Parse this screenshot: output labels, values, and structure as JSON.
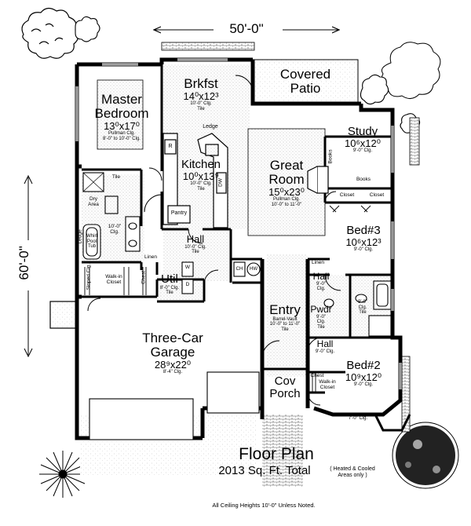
{
  "overall": {
    "width": "50'-0\"",
    "depth": "60'-0\""
  },
  "rooms": {
    "master": {
      "name": "Master",
      "name2": "Bedroom",
      "size": "13⁰x17⁰",
      "note1": "Pullman Clg.",
      "note2": "8'-0\" to 10'-0\" Clg."
    },
    "brkfst": {
      "name": "Brkfst",
      "size": "14⁰x12³",
      "note1": "10'-0\" Clg.",
      "note2": "Tile"
    },
    "patio": {
      "name": "Covered",
      "name2": "Patio"
    },
    "kitchen": {
      "name": "Kitchen",
      "size": "10⁰x13⁹",
      "note1": "10'-0\" Clg.",
      "note2": "Tile",
      "ledge": "Ledge",
      "pantry": "Pantry",
      "r": "R",
      "dw": "DW"
    },
    "great": {
      "name": "Great",
      "name2": "Room",
      "size": "15⁰x23⁰",
      "note1": "Pullman Clg.",
      "note2": "10'-0\" to 11'-0\""
    },
    "study": {
      "name": "Study",
      "size": "10⁶x12⁰",
      "note1": "9'-0\" Clg.",
      "books1": "Books",
      "books2": "Books",
      "closet1": "Closet",
      "closet2": "Closet"
    },
    "bath": {
      "tile": "Tile",
      "dry": "Dry",
      "dry2": "Area",
      "ceiling": "10'-0\"",
      "ceiling2": "Clg.",
      "ledge": "Ledge",
      "whirlpool": "Whirl Pool",
      "tub": "Tub",
      "linen": "Linen",
      "sloped": "Sloped Clg.",
      "closet1": "Walk-in",
      "closet2": "Closet",
      "chest": "Chest"
    },
    "hall1": {
      "name": "Hall",
      "note1": "10'-0\" Clg.",
      "note2": "Tile"
    },
    "util": {
      "name": "Util",
      "note1": "8'-0\" Clg.",
      "note2": "Tile",
      "w": "W",
      "d": "D"
    },
    "wh": {
      "ch": "CH",
      "hw": "HW"
    },
    "bed3": {
      "name": "Bed#3",
      "size": "10⁶x12³",
      "note1": "9'-0\" Clg."
    },
    "hall2": {
      "name": "Hall",
      "note1": "9'-0\"",
      "note2": "Clg.",
      "linen": "Linen"
    },
    "pwdr": {
      "name": "Pwdr",
      "note1": "9'-0\"",
      "note2": "Clg.",
      "note3": "Tile"
    },
    "bath2": {
      "note1": "9'-0\"",
      "note2": "Clg.",
      "note3": "Tile"
    },
    "entry": {
      "name": "Entry",
      "note1": "Barrel-Vault",
      "note2": "10'-0\" to 11'-0\"",
      "note3": "Tile"
    },
    "hall3": {
      "name": "Hall",
      "note1": "9'-0\" Clg."
    },
    "garage": {
      "name": "Three-Car",
      "name2": "Garage",
      "size": "28⁹x22⁰",
      "note1": "8'-4\" Clg."
    },
    "bed2": {
      "name": "Bed#2",
      "size": "10⁹x12⁰",
      "note1": "9'-0\" Clg.",
      "chest": "Chest",
      "closet1": "Walk-in",
      "closet2": "Closet",
      "bay": "7'-0\" Clg."
    },
    "porch": {
      "name": "Cov",
      "name2": "Porch"
    }
  },
  "footer": {
    "title": "Floor Plan",
    "total": "2013 Sq. Ft. Total",
    "note1": "( Heated & Cooled",
    "note2": "Areas only )",
    "ceiling": "All Ceiling Heights 10'-0\" Unless Noted."
  }
}
